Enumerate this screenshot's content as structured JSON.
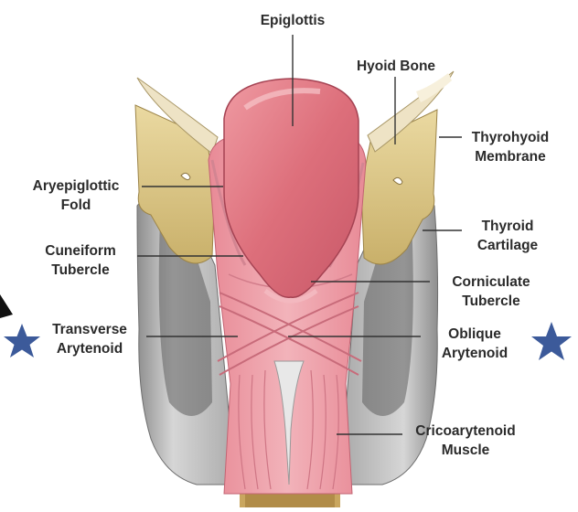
{
  "labels": {
    "epiglottis": "Epiglottis",
    "hyoid_bone": "Hyoid Bone",
    "thyrohyoid_membrane": [
      "Thyrohyoid",
      "Membrane"
    ],
    "aryepiglottic_fold": [
      "Aryepiglottic",
      "Fold"
    ],
    "thyroid_cartilage": [
      "Thyroid",
      "Cartilage"
    ],
    "cuneiform_tubercle": [
      "Cuneiform",
      "Tubercle"
    ],
    "corniculate_tubercle": [
      "Corniculate",
      "Tubercle"
    ],
    "transverse_arytenoid": [
      "Transverse",
      "Arytenoid"
    ],
    "oblique_arytenoid": [
      "Oblique",
      "Arytenoid"
    ],
    "cricoarytenoid_muscle": [
      "Cricoarytenoid",
      "Muscle"
    ]
  },
  "markers": {
    "star_color": "#3c5a9a",
    "left_star": "star-icon",
    "right_star": "star-icon"
  },
  "colors": {
    "epiglottis": "#d9707a",
    "muscle": "#e59aa2",
    "cartilage": "#e3cf8f",
    "thyroid_gray": "#b5b5b5",
    "leader": "#333333"
  }
}
